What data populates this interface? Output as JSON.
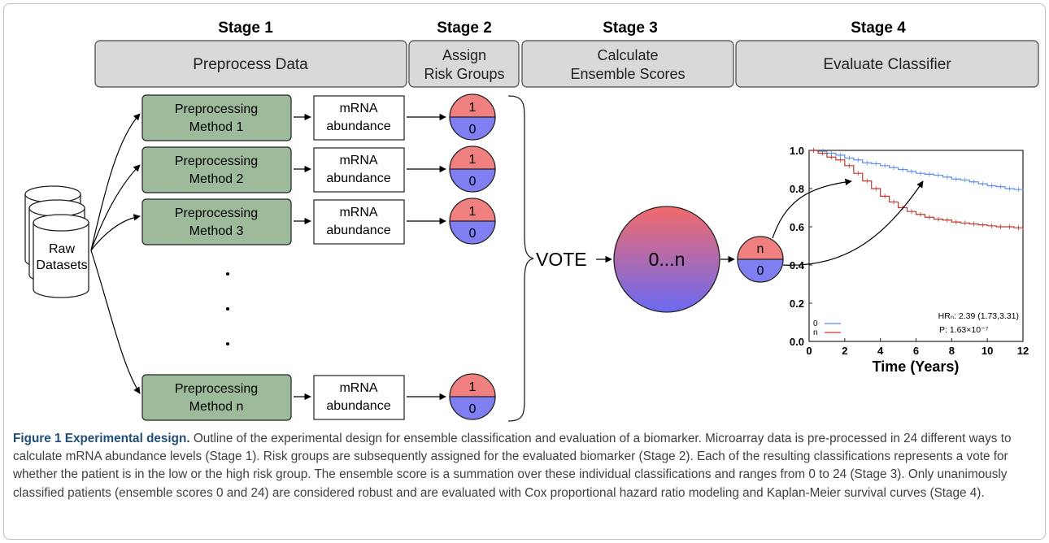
{
  "stages": [
    {
      "label": "Stage 1",
      "box": [
        "Preprocess Data"
      ]
    },
    {
      "label": "Stage 2",
      "box": [
        "Assign",
        "Risk Groups"
      ]
    },
    {
      "label": "Stage 3",
      "box": [
        "Calculate",
        "Ensemble Scores"
      ]
    },
    {
      "label": "Stage 4",
      "box": [
        "Evaluate Classifier"
      ]
    }
  ],
  "raw_datasets": [
    "Raw",
    "Datasets"
  ],
  "methods": [
    {
      "line1": "Preprocessing",
      "line2": "Method 1"
    },
    {
      "line1": "Preprocessing",
      "line2": "Method 2"
    },
    {
      "line1": "Preprocessing",
      "line2": "Method 3"
    },
    {
      "line1": "Preprocessing",
      "line2": "Method n"
    }
  ],
  "abundance": {
    "line1": "mRNA",
    "line2": "abundance"
  },
  "risk_circle": {
    "top": "1",
    "bottom": "0"
  },
  "vote_label": "VOTE",
  "ensemble_label": "0...n",
  "final_circle": {
    "top": "n",
    "bottom": "0"
  },
  "colors": {
    "high_risk": "#f07f7f",
    "low_risk": "#7f7ff2",
    "method_box": "#9dbb9a",
    "stage_box": "#d9d9d9",
    "caption_title": "#1f4e79",
    "line_low": "#5b8def",
    "line_high": "#c0392b"
  },
  "chart_data": {
    "type": "line",
    "title": "",
    "xlabel": "Time (Years)",
    "ylabel": "",
    "xlim": [
      0,
      12
    ],
    "ylim": [
      0,
      1.0
    ],
    "xticks": [
      "0",
      "2",
      "4",
      "6",
      "8",
      "10",
      "12"
    ],
    "yticks": [
      "0.0",
      "0.2",
      "0.4",
      "0.6",
      "0.8",
      "1.0"
    ],
    "legend": [
      "0",
      "n"
    ],
    "legend_position": "bottom-left",
    "annotation_hr": "HRₙ: 2.39 (1.73,3.31)",
    "annotation_p": "P: 1.63×10⁻⁷",
    "series": [
      {
        "name": "0",
        "color": "#5b8def",
        "x": [
          0,
          0.5,
          1,
          1.5,
          2,
          2.5,
          3,
          3.5,
          4,
          4.5,
          5,
          5.5,
          6,
          6.5,
          7,
          7.5,
          8,
          8.5,
          9,
          9.5,
          10,
          10.5,
          11,
          11.5,
          12
        ],
        "y": [
          1.0,
          0.995,
          0.985,
          0.975,
          0.96,
          0.95,
          0.935,
          0.93,
          0.92,
          0.91,
          0.9,
          0.89,
          0.88,
          0.875,
          0.87,
          0.86,
          0.85,
          0.845,
          0.835,
          0.825,
          0.815,
          0.81,
          0.8,
          0.795,
          0.79
        ]
      },
      {
        "name": "n",
        "color": "#c0392b",
        "x": [
          0,
          0.5,
          1,
          1.5,
          2,
          2.5,
          3,
          3.5,
          4,
          4.5,
          5,
          5.5,
          6,
          6.5,
          7,
          7.5,
          8,
          8.5,
          9,
          9.5,
          10,
          10.5,
          11,
          11.5,
          12
        ],
        "y": [
          1.0,
          0.985,
          0.965,
          0.95,
          0.92,
          0.88,
          0.84,
          0.8,
          0.76,
          0.73,
          0.7,
          0.68,
          0.665,
          0.65,
          0.64,
          0.635,
          0.625,
          0.62,
          0.615,
          0.61,
          0.605,
          0.6,
          0.6,
          0.595,
          0.58
        ]
      }
    ]
  },
  "caption": {
    "title": "Figure 1 Experimental design.",
    "text": " Outline of the experimental design for ensemble classification and evaluation of a biomarker. Microarray data is pre-processed in 24 different ways to calculate mRNA abundance levels (Stage 1). Risk groups are subsequently assigned for the evaluated biomarker (Stage 2). Each of the resulting classifications represents a vote for whether the patient is in the low or the high risk group. The ensemble score is a summation over these individual classifications and ranges from 0 to 24 (Stage 3). Only unanimously classified patients (ensemble scores 0 and 24) are considered robust and are evaluated with Cox proportional hazard ratio modeling and Kaplan-Meier survival curves (Stage 4)."
  }
}
